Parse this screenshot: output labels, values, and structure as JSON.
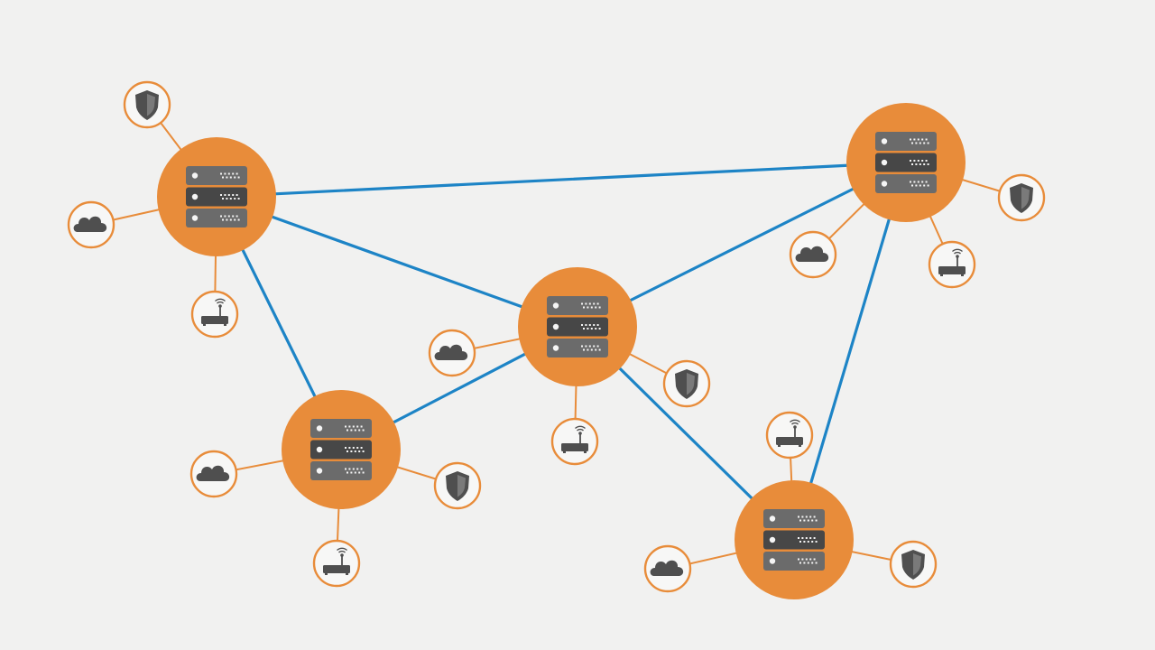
{
  "diagram": {
    "type": "network-topology",
    "colors": {
      "background": "#f1f1f0",
      "hub_fill": "#e88c3a",
      "hub_link": "#1d84c6",
      "leaf_link": "#e88c3a",
      "leaf_ring": "#e88c3a",
      "leaf_fill": "#f7f7f6",
      "icon": "#4f4f4f",
      "server_chassis": "#6b6b6b",
      "server_band": "#474747",
      "server_light": "#f5f5f5"
    },
    "hubs": [
      {
        "id": "hub-1",
        "icon": "server-rack-icon"
      },
      {
        "id": "hub-2",
        "icon": "server-rack-icon"
      },
      {
        "id": "hub-3",
        "icon": "server-rack-icon"
      },
      {
        "id": "hub-4",
        "icon": "server-rack-icon"
      },
      {
        "id": "hub-5",
        "icon": "server-rack-icon"
      }
    ],
    "hub_links": [
      [
        "hub-1",
        "hub-2"
      ],
      [
        "hub-1",
        "hub-3"
      ],
      [
        "hub-1",
        "hub-4"
      ],
      [
        "hub-2",
        "hub-3"
      ],
      [
        "hub-2",
        "hub-5"
      ],
      [
        "hub-3",
        "hub-4"
      ],
      [
        "hub-3",
        "hub-5"
      ]
    ],
    "leaves": [
      {
        "hub": "hub-1",
        "icon": "shield-icon"
      },
      {
        "hub": "hub-1",
        "icon": "cloud-icon"
      },
      {
        "hub": "hub-1",
        "icon": "router-icon"
      },
      {
        "hub": "hub-2",
        "icon": "shield-icon"
      },
      {
        "hub": "hub-2",
        "icon": "cloud-icon"
      },
      {
        "hub": "hub-2",
        "icon": "router-icon"
      },
      {
        "hub": "hub-3",
        "icon": "cloud-icon"
      },
      {
        "hub": "hub-3",
        "icon": "shield-icon"
      },
      {
        "hub": "hub-3",
        "icon": "router-icon"
      },
      {
        "hub": "hub-4",
        "icon": "cloud-icon"
      },
      {
        "hub": "hub-4",
        "icon": "shield-icon"
      },
      {
        "hub": "hub-4",
        "icon": "router-icon"
      },
      {
        "hub": "hub-5",
        "icon": "router-icon"
      },
      {
        "hub": "hub-5",
        "icon": "cloud-icon"
      },
      {
        "hub": "hub-5",
        "icon": "shield-icon"
      }
    ]
  }
}
